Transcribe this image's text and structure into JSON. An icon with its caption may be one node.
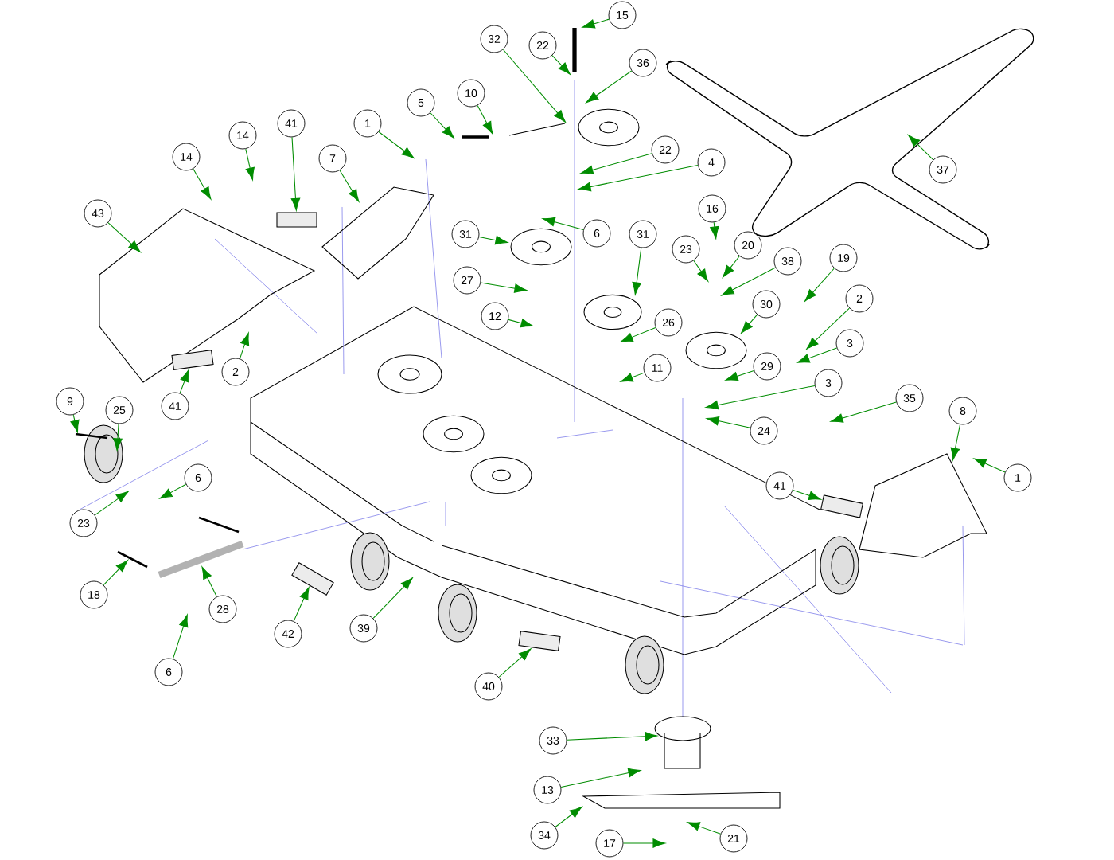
{
  "diagram": {
    "nodes": [
      {
        "text": [
          "15"
        ]
      },
      {
        "text": [
          "32"
        ]
      },
      {
        "text": [
          "22"
        ]
      },
      {
        "text": [
          "36"
        ]
      },
      {
        "text": [
          "5"
        ]
      },
      {
        "text": [
          "10"
        ]
      },
      {
        "text": [
          "1"
        ]
      },
      {
        "text": [
          "22"
        ]
      },
      {
        "text": [
          "4"
        ]
      },
      {
        "text": [
          "37"
        ]
      },
      {
        "text": [
          "14"
        ]
      },
      {
        "text": [
          "14"
        ]
      },
      {
        "text": [
          "41"
        ]
      },
      {
        "text": [
          "7"
        ]
      },
      {
        "text": [
          "43"
        ]
      },
      {
        "text": [
          "6"
        ]
      },
      {
        "text": [
          "31"
        ]
      },
      {
        "text": [
          "31"
        ]
      },
      {
        "text": [
          "16"
        ]
      },
      {
        "text": [
          "23"
        ]
      },
      {
        "text": [
          "20"
        ]
      },
      {
        "text": [
          "38"
        ]
      },
      {
        "text": [
          "19"
        ]
      },
      {
        "text": [
          "27"
        ]
      },
      {
        "text": [
          "30"
        ]
      },
      {
        "text": [
          "2"
        ]
      },
      {
        "text": [
          "3"
        ]
      },
      {
        "text": [
          "12"
        ]
      },
      {
        "text": [
          "26"
        ]
      },
      {
        "text": [
          "11"
        ]
      },
      {
        "text": [
          "29"
        ]
      },
      {
        "text": [
          "3"
        ]
      },
      {
        "text": [
          "24"
        ]
      },
      {
        "text": [
          "35"
        ]
      },
      {
        "text": [
          "8"
        ]
      },
      {
        "text": [
          "1"
        ]
      },
      {
        "text": [
          "2"
        ]
      },
      {
        "text": [
          "41"
        ]
      },
      {
        "text": [
          "9"
        ]
      },
      {
        "text": [
          "25"
        ]
      },
      {
        "text": [
          "23"
        ]
      },
      {
        "text": [
          "6"
        ]
      },
      {
        "text": [
          "41"
        ]
      },
      {
        "text": [
          "18"
        ]
      },
      {
        "text": [
          "28"
        ]
      },
      {
        "text": [
          "6"
        ]
      },
      {
        "text": [
          "42"
        ]
      },
      {
        "text": [
          "39"
        ]
      },
      {
        "text": [
          "40"
        ]
      },
      {
        "text": [
          "33"
        ]
      },
      {
        "text": [
          "13"
        ]
      },
      {
        "text": [
          "34"
        ]
      },
      {
        "text": [
          "17"
        ]
      },
      {
        "text": [
          "21"
        ]
      },
      {
        "text": [],
        "shape": "box"
      },
      {
        "text": [],
        "shape": "box"
      },
      {
        "text": [],
        "shape": "box"
      },
      {
        "text": [],
        "shape": "box"
      },
      {
        "text": [],
        "shape": "box"
      }
    ],
    "edges": [
      {
        "from": 0,
        "to": null,
        "arrow": "to"
      },
      {
        "from": 1,
        "to": null,
        "arrow": "to"
      },
      {
        "from": 2,
        "to": null,
        "arrow": "to"
      },
      {
        "from": 3,
        "to": null,
        "arrow": "to"
      },
      {
        "from": 4,
        "to": null,
        "arrow": "to"
      },
      {
        "from": 5,
        "to": null,
        "arrow": "to"
      },
      {
        "from": 6,
        "to": null,
        "arrow": "to"
      },
      {
        "from": 7,
        "to": null,
        "arrow": "to"
      },
      {
        "from": 8,
        "to": null,
        "arrow": "to"
      },
      {
        "from": 9,
        "to": null,
        "arrow": "to"
      },
      {
        "from": 10,
        "to": null,
        "arrow": "to"
      },
      {
        "from": 11,
        "to": null,
        "arrow": "to"
      },
      {
        "from": 12,
        "to": 55,
        "arrow": "to"
      },
      {
        "from": 13,
        "to": null,
        "arrow": "to"
      },
      {
        "from": 14,
        "to": null,
        "arrow": "to"
      },
      {
        "from": 15,
        "to": null,
        "arrow": "to"
      },
      {
        "from": 16,
        "to": null,
        "arrow": "to"
      },
      {
        "from": 17,
        "to": null,
        "arrow": "to"
      },
      {
        "from": 18,
        "to": null,
        "arrow": "to"
      },
      {
        "from": 19,
        "to": null,
        "arrow": "to"
      },
      {
        "from": 20,
        "to": null,
        "arrow": "to"
      },
      {
        "from": 21,
        "to": null,
        "arrow": "to"
      },
      {
        "from": 22,
        "to": null,
        "arrow": "to"
      },
      {
        "from": 23,
        "to": null,
        "arrow": "to"
      },
      {
        "from": 24,
        "to": null,
        "arrow": "to"
      },
      {
        "from": 25,
        "to": null,
        "arrow": "to"
      },
      {
        "from": 26,
        "to": null,
        "arrow": "to"
      },
      {
        "from": 27,
        "to": null,
        "arrow": "to"
      },
      {
        "from": 28,
        "to": null,
        "arrow": "to"
      },
      {
        "from": 29,
        "to": null,
        "arrow": "to"
      },
      {
        "from": 30,
        "to": null,
        "arrow": "to"
      },
      {
        "from": 31,
        "to": null,
        "arrow": "to"
      },
      {
        "from": 32,
        "to": null,
        "arrow": "to"
      },
      {
        "from": 33,
        "to": null,
        "arrow": "to"
      },
      {
        "from": 34,
        "to": null,
        "arrow": "to"
      },
      {
        "from": 35,
        "to": null,
        "arrow": "to"
      },
      {
        "from": 36,
        "to": null,
        "arrow": "to"
      },
      {
        "from": 37,
        "to": 54,
        "arrow": "to"
      },
      {
        "from": 38,
        "to": null,
        "arrow": "to"
      },
      {
        "from": 39,
        "to": null,
        "arrow": "to"
      },
      {
        "from": 40,
        "to": null,
        "arrow": "to"
      },
      {
        "from": 41,
        "to": null,
        "arrow": "to"
      },
      {
        "from": 42,
        "to": 58,
        "arrow": "to"
      },
      {
        "from": 43,
        "to": null,
        "arrow": "to"
      },
      {
        "from": 44,
        "to": null,
        "arrow": "to"
      },
      {
        "from": 45,
        "to": null,
        "arrow": "to"
      },
      {
        "from": 46,
        "to": 56,
        "arrow": "to"
      },
      {
        "from": 47,
        "to": null,
        "arrow": "to"
      },
      {
        "from": 48,
        "to": 57,
        "arrow": "to"
      },
      {
        "from": 49,
        "to": null,
        "arrow": "to"
      },
      {
        "from": 50,
        "to": null,
        "arrow": "to"
      },
      {
        "from": 51,
        "to": null,
        "arrow": "to"
      },
      {
        "from": 52,
        "to": null,
        "arrow": "to"
      },
      {
        "from": 53,
        "to": null,
        "arrow": "to"
      }
    ]
  }
}
